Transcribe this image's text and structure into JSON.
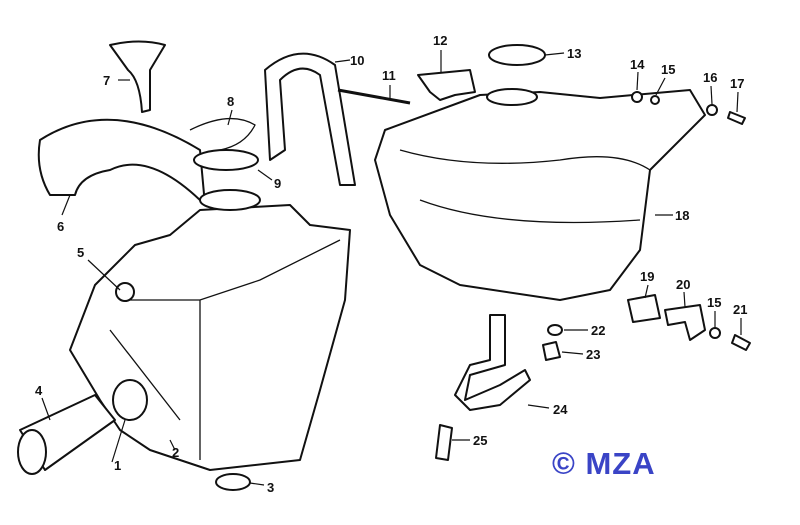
{
  "diagram": {
    "callouts": [
      "1",
      "2",
      "3",
      "4",
      "5",
      "6",
      "7",
      "8",
      "9",
      "10",
      "11",
      "12",
      "13",
      "14",
      "15",
      "16",
      "17",
      "18",
      "19",
      "20",
      "15",
      "21",
      "22",
      "23",
      "24",
      "25"
    ],
    "watermark": "© MZA",
    "watermark_color": "#3a44c6"
  }
}
